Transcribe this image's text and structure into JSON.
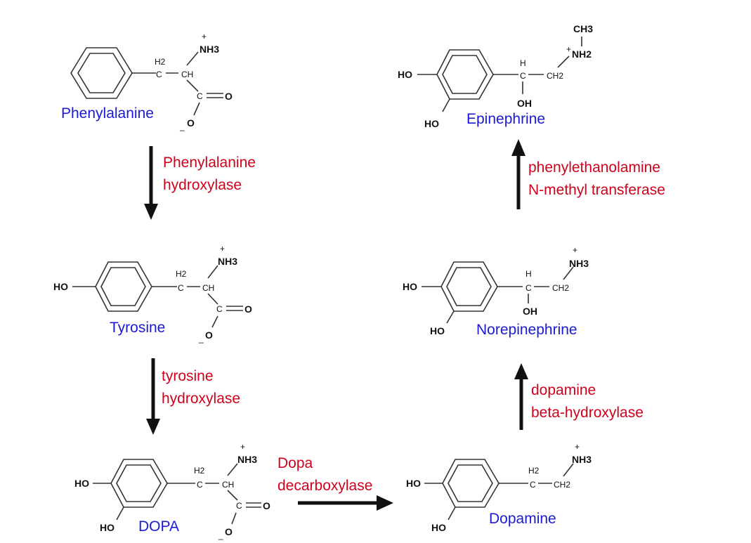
{
  "molecules": [
    {
      "id": "phenylalanine",
      "name": "Phenylalanine",
      "color": "#1a1ad6"
    },
    {
      "id": "tyrosine",
      "name": "Tyrosine",
      "color": "#1a1ad6"
    },
    {
      "id": "dopa",
      "name": "DOPA",
      "color": "#1a1ad6"
    },
    {
      "id": "dopamine",
      "name": "Dopamine",
      "color": "#1a1ad6"
    },
    {
      "id": "norepinephrine",
      "name": "Norepinephrine",
      "color": "#1a1ad6"
    },
    {
      "id": "epinephrine",
      "name": "Epinephrine",
      "color": "#1a1ad6"
    }
  ],
  "enzymes": {
    "phe_hydroxylase": [
      "Phenylalanine",
      "hydroxylase"
    ],
    "tyr_hydroxylase": [
      "tyrosine",
      "hydroxylase"
    ],
    "dopa_decarboxylase": [
      "Dopa",
      "decarboxylase"
    ],
    "dbh": [
      "dopamine",
      "beta-hydroxylase"
    ],
    "pnmt": [
      "phenylethanolamine",
      "N-methyl transferase"
    ]
  },
  "atoms": {
    "nh3": "NH3",
    "nh2": "NH2",
    "ch3": "CH3",
    "ho": "HO",
    "oh": "OH",
    "o": "O",
    "c": "C",
    "ch": "CH",
    "h": "H",
    "h2": "H2",
    "ch2": "CH2",
    "plus": "+",
    "minus": "_",
    "eq": "="
  },
  "colors": {
    "molecule_name": "#1a1ad6",
    "enzyme_name": "#d0021b",
    "structure": "#111111"
  }
}
